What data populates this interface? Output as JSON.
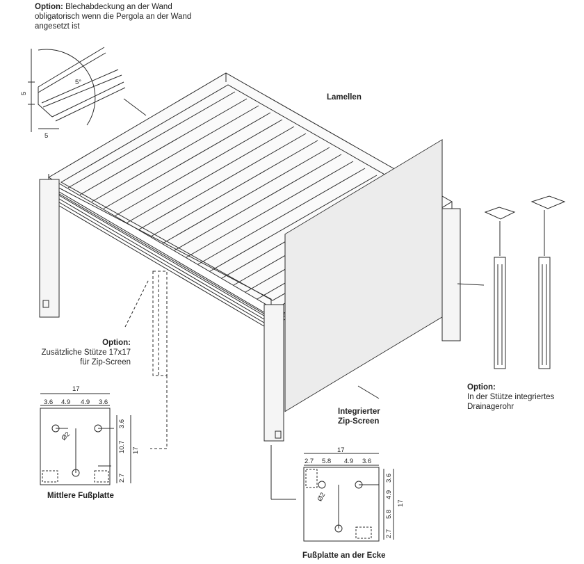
{
  "callouts": {
    "wall_option_title": "Option:",
    "wall_option_text": [
      "Blechabdeckung an der Wand",
      "obligatorisch wenn die Pergola an der Wand",
      "angesetzt ist"
    ],
    "lamellen": "Lamellen",
    "post_option_title": "Option:",
    "post_option_text": [
      "Zusätzliche Stütze 17x17",
      "für Zip-Screen"
    ],
    "zip_screen": [
      "Integrierter",
      "Zip-Screen"
    ],
    "drain_option_title": "Option:",
    "drain_option_text": [
      "In der Stütze integriertes",
      "Drainagerohr"
    ]
  },
  "wall_detail": {
    "dim_vertical": "5",
    "dim_horizontal": "5",
    "angle": "5°"
  },
  "middle_plate": {
    "title": "Mittlere Fußplatte",
    "total": "17",
    "top_dims": [
      "3.6",
      "4.9",
      "4.9",
      "3.6"
    ],
    "right_dims": [
      "3.6",
      "10.7",
      "2.7"
    ],
    "right_total": "17",
    "hole_label": "Ø2"
  },
  "corner_plate": {
    "title": "Fußplatte an der Ecke",
    "total": "17",
    "top_dims": [
      "2.7",
      "5.8",
      "4.9",
      "3.6"
    ],
    "right_dims": [
      "3.6",
      "4.9",
      "5.8",
      "2.7"
    ],
    "right_total": "17",
    "hole_label": "Ø2"
  },
  "colors": {
    "line": "#2a2a2a",
    "screen": "#ececec",
    "frame": "#f5f5f5"
  }
}
